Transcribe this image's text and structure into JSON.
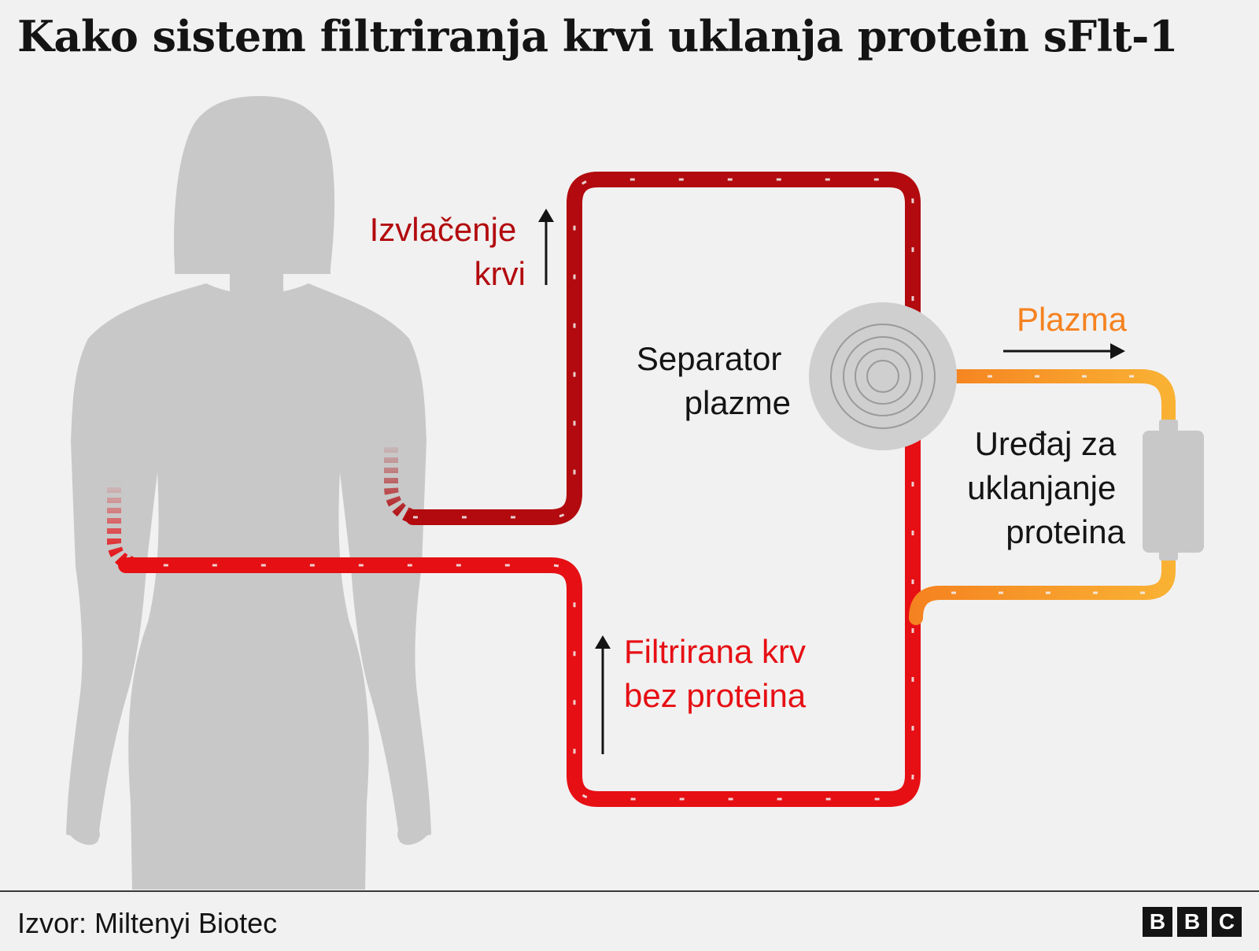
{
  "title": "Kako sistem filtriranja krvi uklanja protein sFlt-1",
  "labels": {
    "blood_draw": [
      "Izvlačenje",
      "krvi"
    ],
    "separator": [
      "Separator",
      "plazme"
    ],
    "plasma": "Plazma",
    "device": [
      "Uređaj za",
      "uklanjanje",
      "proteina"
    ],
    "filtered": [
      "Filtrirana krv",
      "bez proteina"
    ]
  },
  "colors": {
    "background": "#f1f1f1",
    "silhouette": "#c8c8c8",
    "blood_dark": "#b20a0e",
    "blood_bright": "#e60f14",
    "plasma_start": "#f58220",
    "plasma_end": "#f9b234",
    "label_dark_red": "#b20a0e",
    "label_red": "#e60f14",
    "label_orange": "#f58220",
    "text": "#141414"
  },
  "icons": [
    "separator-disc-icon",
    "protein-filter-cartridge-icon",
    "up-arrow-icon",
    "right-arrow-icon",
    "bbc-logo-icon"
  ],
  "footer": {
    "source": "Izvor: Miltenyi Biotec",
    "logo_letters": [
      "B",
      "B",
      "C"
    ]
  }
}
